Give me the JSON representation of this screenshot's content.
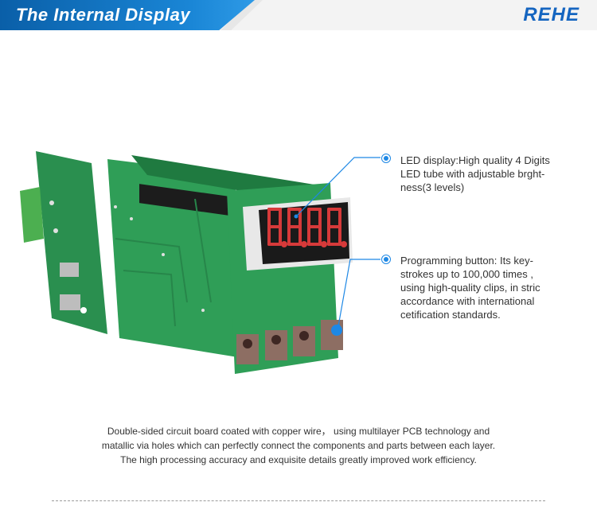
{
  "header": {
    "title": "The Internal Display",
    "brand": "REHE"
  },
  "callouts": [
    {
      "name": "led-display-callout",
      "lines": [
        "LED display:High quality 4 Digits",
        "LED tube with adjustable brght-",
        "ness(3 levels)"
      ]
    },
    {
      "name": "programming-button-callout",
      "lines": [
        "Programming button:  Its key-",
        "strokes up to 100,000 times ,",
        "using high-quality clips, in stric",
        "accordance with international",
        "cetification standards."
      ]
    }
  ],
  "description": {
    "lines": [
      "Double-sided circuit board coated with copper wire， using multilayer PCB technology and",
      "matallic via holes which can perfectly connect the components and parts between each layer.",
      "The high processing accuracy and exquisite details greatly improved work efficiency."
    ]
  },
  "colors": {
    "banner_blue": "#1a86d6",
    "brand_blue": "#1565c0",
    "pcb_green": "#2f9e57",
    "display_red": "#d63a3a",
    "accent_blue": "#1e88e5"
  }
}
